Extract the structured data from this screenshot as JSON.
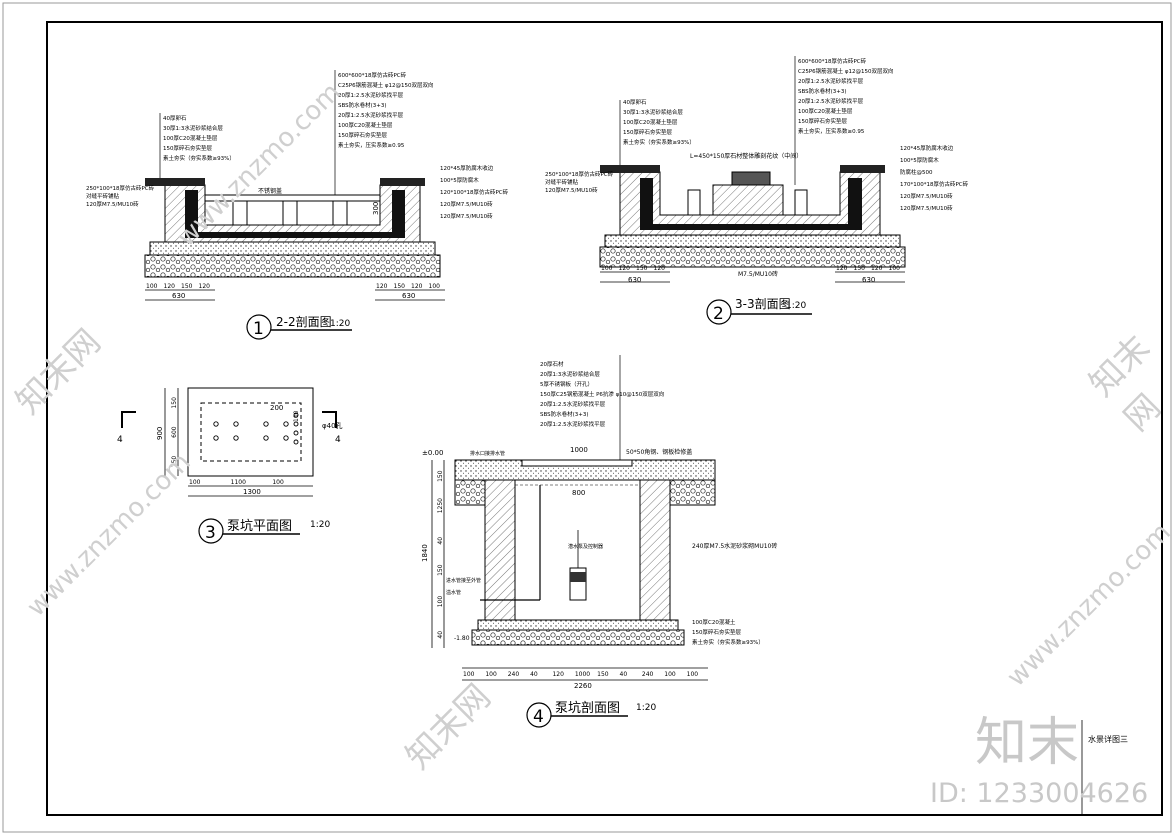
{
  "sheet": {
    "title_block_label": "水景详图三",
    "watermark_brand": "知末",
    "watermark_id": "ID: 1233004626",
    "watermark_site": "www.znzmo.com",
    "watermark_mark": "知末网"
  },
  "sections": {
    "s22": {
      "number": "1",
      "title": "2-2剖面图",
      "scale": "1:20",
      "left_notes": [
        "40厚卵石",
        "30厚1:3水泥砂浆结合层",
        "100厚C20混凝土垫层",
        "150厚碎石夯实垫层",
        "素土夯实（夯实系数≥93%）"
      ],
      "right_notes": [
        "600*600*18厚仿古砖PC砖",
        "C25P6钢筋混凝土 φ12@150双层双向",
        "20厚1:2.5水泥砂浆找平层",
        "SBS防水卷材(3+3)",
        "20厚1:2.5水泥砂浆找平层",
        "100厚C20混凝土垫层",
        "150厚碎石夯实垫层",
        "素土夯实，压实系数≥0.95"
      ],
      "side_left": [
        "250*100*18厚仿古砖PC砖",
        "对缝平砖铺贴",
        "120厚M7.5/MU10砖"
      ],
      "side_right": [
        "120*45厚防腐木收边",
        "100*5厚防腐木",
        "120*100*18厚仿古砖PC砖",
        "120厚M7.5/MU10砖",
        "120厚M7.5/MU10砖"
      ],
      "inner_label": "不锈钢盖",
      "dim_300": "300",
      "dims_left": [
        "100",
        "120",
        "150",
        "120"
      ],
      "dims_right": [
        "120",
        "150",
        "120",
        "100"
      ],
      "total_left": "630",
      "total_right": "630"
    },
    "s33": {
      "number": "2",
      "title": "3-3剖面图",
      "scale": "1:20",
      "left_notes": [
        "40厚卵石",
        "30厚1:3水泥砂浆结合层",
        "100厚C20混凝土垫层",
        "150厚碎石夯实垫层",
        "素土夯实（夯实系数≥93%）"
      ],
      "right_notes": [
        "600*600*18厚仿古砖PC砖",
        "C25P6钢筋混凝土 φ12@150双层双向",
        "20厚1:2.5水泥砂浆找平层",
        "SBS防水卷材(3+3)",
        "20厚1:2.5水泥砂浆找平层",
        "100厚C20混凝土垫层",
        "150厚碎石夯实垫层",
        "素土夯实，压实系数≥0.95"
      ],
      "top_note": "L=450*150厚石材整体雕刻花纹（中间）",
      "side_left": [
        "250*100*18厚仿古砖PC砖",
        "对缝平砖铺贴",
        "120厚M7.5/MU10砖"
      ],
      "side_right": [
        "120*45厚防腐木收边",
        "100*5厚防腐木",
        "防腐柱@500",
        "170*100*18厚仿古砖PC砖",
        "120厚M7.5/MU10砖",
        "120厚M7.5/MU10砖"
      ],
      "bottom_label": "M7.5/MU10砖",
      "dims_left": [
        "100",
        "120",
        "150",
        "120"
      ],
      "dims_right": [
        "120",
        "150",
        "120",
        "100"
      ],
      "total_left": "630",
      "total_right": "630"
    },
    "plan": {
      "number": "3",
      "title": "泵坑平面图",
      "scale": "1:20",
      "cut_mark": "4",
      "dim_200": "200",
      "dim_100": "100",
      "hole_note": "φ40孔",
      "dims_vertical": [
        "150",
        "600",
        "150"
      ],
      "total_vertical": "900",
      "dims_horizontal": [
        "100",
        "1100",
        "100"
      ],
      "total_horizontal": "1300"
    },
    "pump": {
      "number": "4",
      "title": "泵坑剖面图",
      "scale": "1:20",
      "top_notes": [
        "20厚石材",
        "20厚1:3水泥砂浆结合层",
        "5厚不锈钢板（开孔）",
        "150厚C25钢筋混凝土 P6抗渗 φ10@150双层双向",
        "20厚1:2.5水泥砂浆找平层",
        "SBS防水卷材(3+3)",
        "20厚1:2.5水泥砂浆找平层"
      ],
      "elev": "±0.00",
      "elev_bottom": "-1.80",
      "top_dim": "1000",
      "inner_dim": "800",
      "right_top_note": "50*50角钢、钢板检修盖",
      "left_label_top": "排水口接排水管",
      "right_wall_note": "240厚M7.5水泥砂浆砌MU10砖",
      "pump_label": "潜水泵及控制器",
      "left_pipes": [
        "进水管接至外管",
        "溢水管"
      ],
      "bottom_notes": [
        "100厚C20混凝土",
        "150厚碎石夯实垫层",
        "素土夯实（夯实系数≥93%）"
      ],
      "dims_vertical": [
        "150",
        "1250",
        "40",
        "150",
        "100",
        "40"
      ],
      "total_vertical": "1840",
      "dims_horizontal": [
        "100",
        "100",
        "240",
        "40",
        "120",
        "1000",
        "150",
        "40",
        "240",
        "100",
        "100"
      ],
      "total_horizontal": "2260"
    }
  },
  "colors": {
    "line": "#000000",
    "hatch": "#444444",
    "watermark": "#cfcfcf",
    "paper": "#ffffff"
  }
}
